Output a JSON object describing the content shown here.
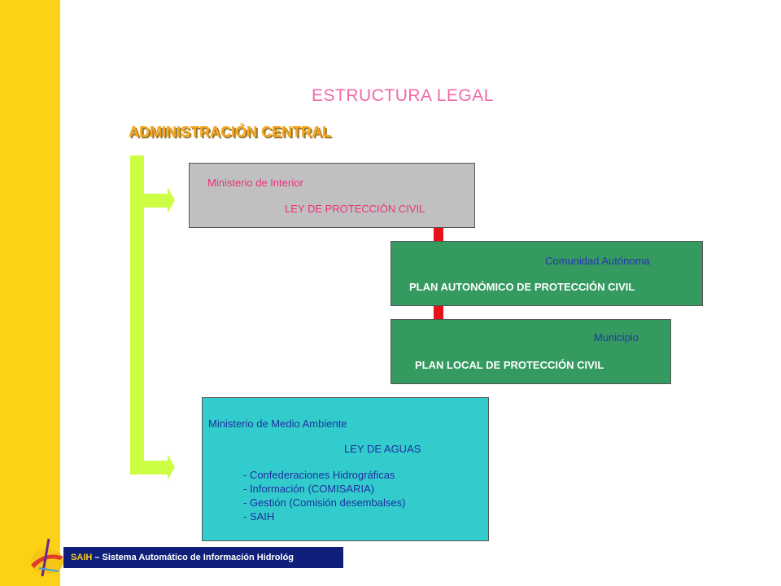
{
  "title": "ESTRUCTURA LEGAL",
  "subtitle": "ADMINISTRACIÓN CENTRAL",
  "boxes": {
    "interior": {
      "ministry": "Ministerio  de Interior",
      "law": "LEY DE PROTECCIÓN CIVIL"
    },
    "autonoma": {
      "level": "Comunidad Autónoma",
      "plan": "PLAN AUTONÓMICO DE PROTECCIÓN CIVIL"
    },
    "municipio": {
      "level": "Municipio",
      "plan": "PLAN LOCAL DE PROTECCIÓN CIVIL"
    },
    "medio_ambiente": {
      "ministry": "Ministerio  de Medio Ambiente",
      "law": "LEY DE AGUAS",
      "items": [
        "- Confederaciones Hidrográficas",
        "- Información (COMISARIA)",
        "- Gestión (Comisión desembalses)",
        "- SAIH"
      ]
    }
  },
  "footer": {
    "acronym": "SAIH",
    "text": " – Sistema Automático de Información Hidrológ"
  },
  "colors": {
    "sidebar": "#fcd116",
    "bracket": "#ccff44",
    "arrow": "#e8101a",
    "title": "#f06aa8",
    "subtitle": "#f5a623",
    "box_grey": "#c0c0c0",
    "box_green": "#349a60",
    "box_cyan": "#33cccc",
    "footer_bg": "#0f1f7a"
  }
}
